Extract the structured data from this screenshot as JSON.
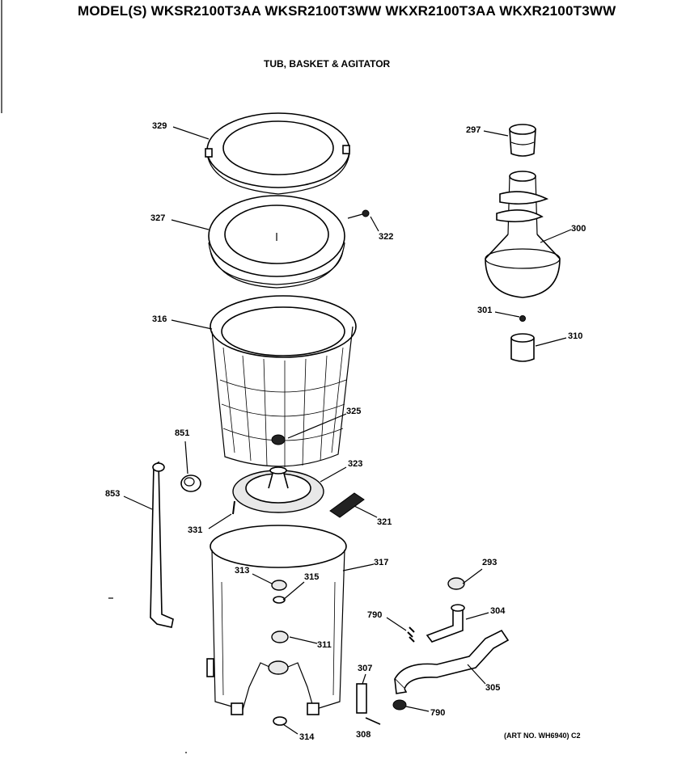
{
  "header": {
    "models": "MODEL(S) WKSR2100T3AA  WKSR2100T3WW  WKXR2100T3AA  WKXR2100T3WW",
    "subtitle": "TUB, BASKET & AGITATOR",
    "art_number": "(ART NO. WH6940) C2"
  },
  "parts": {
    "p329": "329",
    "p327": "327",
    "p322": "322",
    "p316": "316",
    "p325": "325",
    "p851": "851",
    "p853": "853",
    "p323": "323",
    "p321": "321",
    "p331": "331",
    "p317": "317",
    "p313": "313",
    "p315": "315",
    "p311": "311",
    "p314": "314",
    "p297": "297",
    "p300": "300",
    "p301": "301",
    "p310": "310",
    "p293": "293",
    "p304": "304",
    "p790a": "790",
    "p305": "305",
    "p307": "307",
    "p790b": "790",
    "p308": "308"
  }
}
